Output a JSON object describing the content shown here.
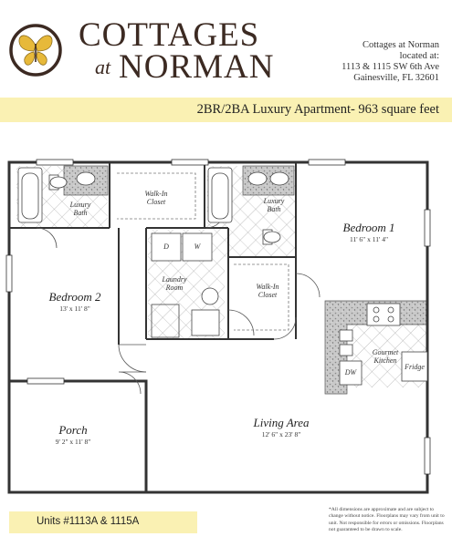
{
  "brand": {
    "line1": "COTTAGES",
    "at": "at",
    "line2": "NORMAN",
    "logo_icon": "butterfly-icon",
    "logo_ring_color": "#3c2a22",
    "butterfly_color": "#e7b93a"
  },
  "address": {
    "line1": "Cottages at Norman",
    "line2": "located at:",
    "line3": "1113 & 1115 SW 6th Ave",
    "line4": "Gainesville, FL 32601"
  },
  "banner": {
    "text": "2BR/2BA Luxury Apartment- 963 square feet",
    "color": "#faf1b3"
  },
  "rooms": {
    "bedroom2": {
      "name": "Bedroom 2",
      "dims": "13' x 11' 8\""
    },
    "bedroom1": {
      "name": "Bedroom 1",
      "dims": "11' 6\" x 11' 4\""
    },
    "porch": {
      "name": "Porch",
      "dims": "9' 2\" x 11' 8\""
    },
    "living": {
      "name": "Living Area",
      "dims": "12' 6\" x 23' 8\""
    },
    "laundry": {
      "line1": "Laundry",
      "line2": "Room"
    },
    "kitchen": {
      "line1": "Gourmet",
      "line2": "Kitchen"
    },
    "bath_left": {
      "line1": "Luxury",
      "line2": "Bath"
    },
    "bath_right": {
      "line1": "Luxury",
      "line2": "Bath"
    },
    "closet_left": {
      "line1": "Walk-In",
      "line2": "Closet"
    },
    "closet_right": {
      "line1": "Walk-In",
      "line2": "Closet"
    }
  },
  "appliances": {
    "dryer": "D",
    "washer": "W",
    "dishwasher": "DW",
    "fridge": "Fridge"
  },
  "footer": {
    "units": "Units #1113A & 1115A",
    "disclaimer": "*All dimensions are approximate and are subject to change without notice. Floorplans may vary from unit to unit. Not responsible for errors or omissions. Floorplans not guaranteed to be drawn to scale."
  }
}
